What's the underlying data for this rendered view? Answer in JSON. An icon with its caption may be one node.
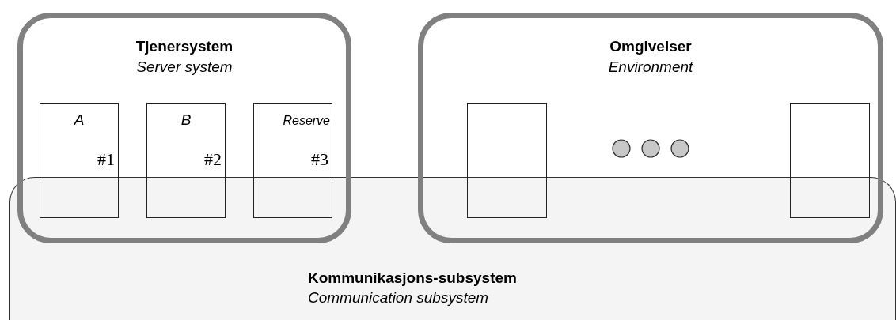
{
  "diagram": {
    "nodes": [
      {
        "text": [
          "Tjenersystem",
          "Server system"
        ]
      },
      {
        "text": [
          "A",
          "#1"
        ],
        "in": 0
      },
      {
        "text": [
          "B",
          "#2"
        ],
        "in": 0
      },
      {
        "text": [
          "Reserve",
          "#3"
        ],
        "in": 0
      },
      {
        "text": [
          "Omgivelser",
          "Environment"
        ]
      },
      {
        "text": [],
        "shape": "box",
        "in": 4
      },
      {
        "text": [],
        "shape": "box",
        "in": 4
      },
      {
        "text": [
          "Kommunikasjons-subsystem",
          "Communication subsystem"
        ]
      }
    ],
    "edges": []
  }
}
